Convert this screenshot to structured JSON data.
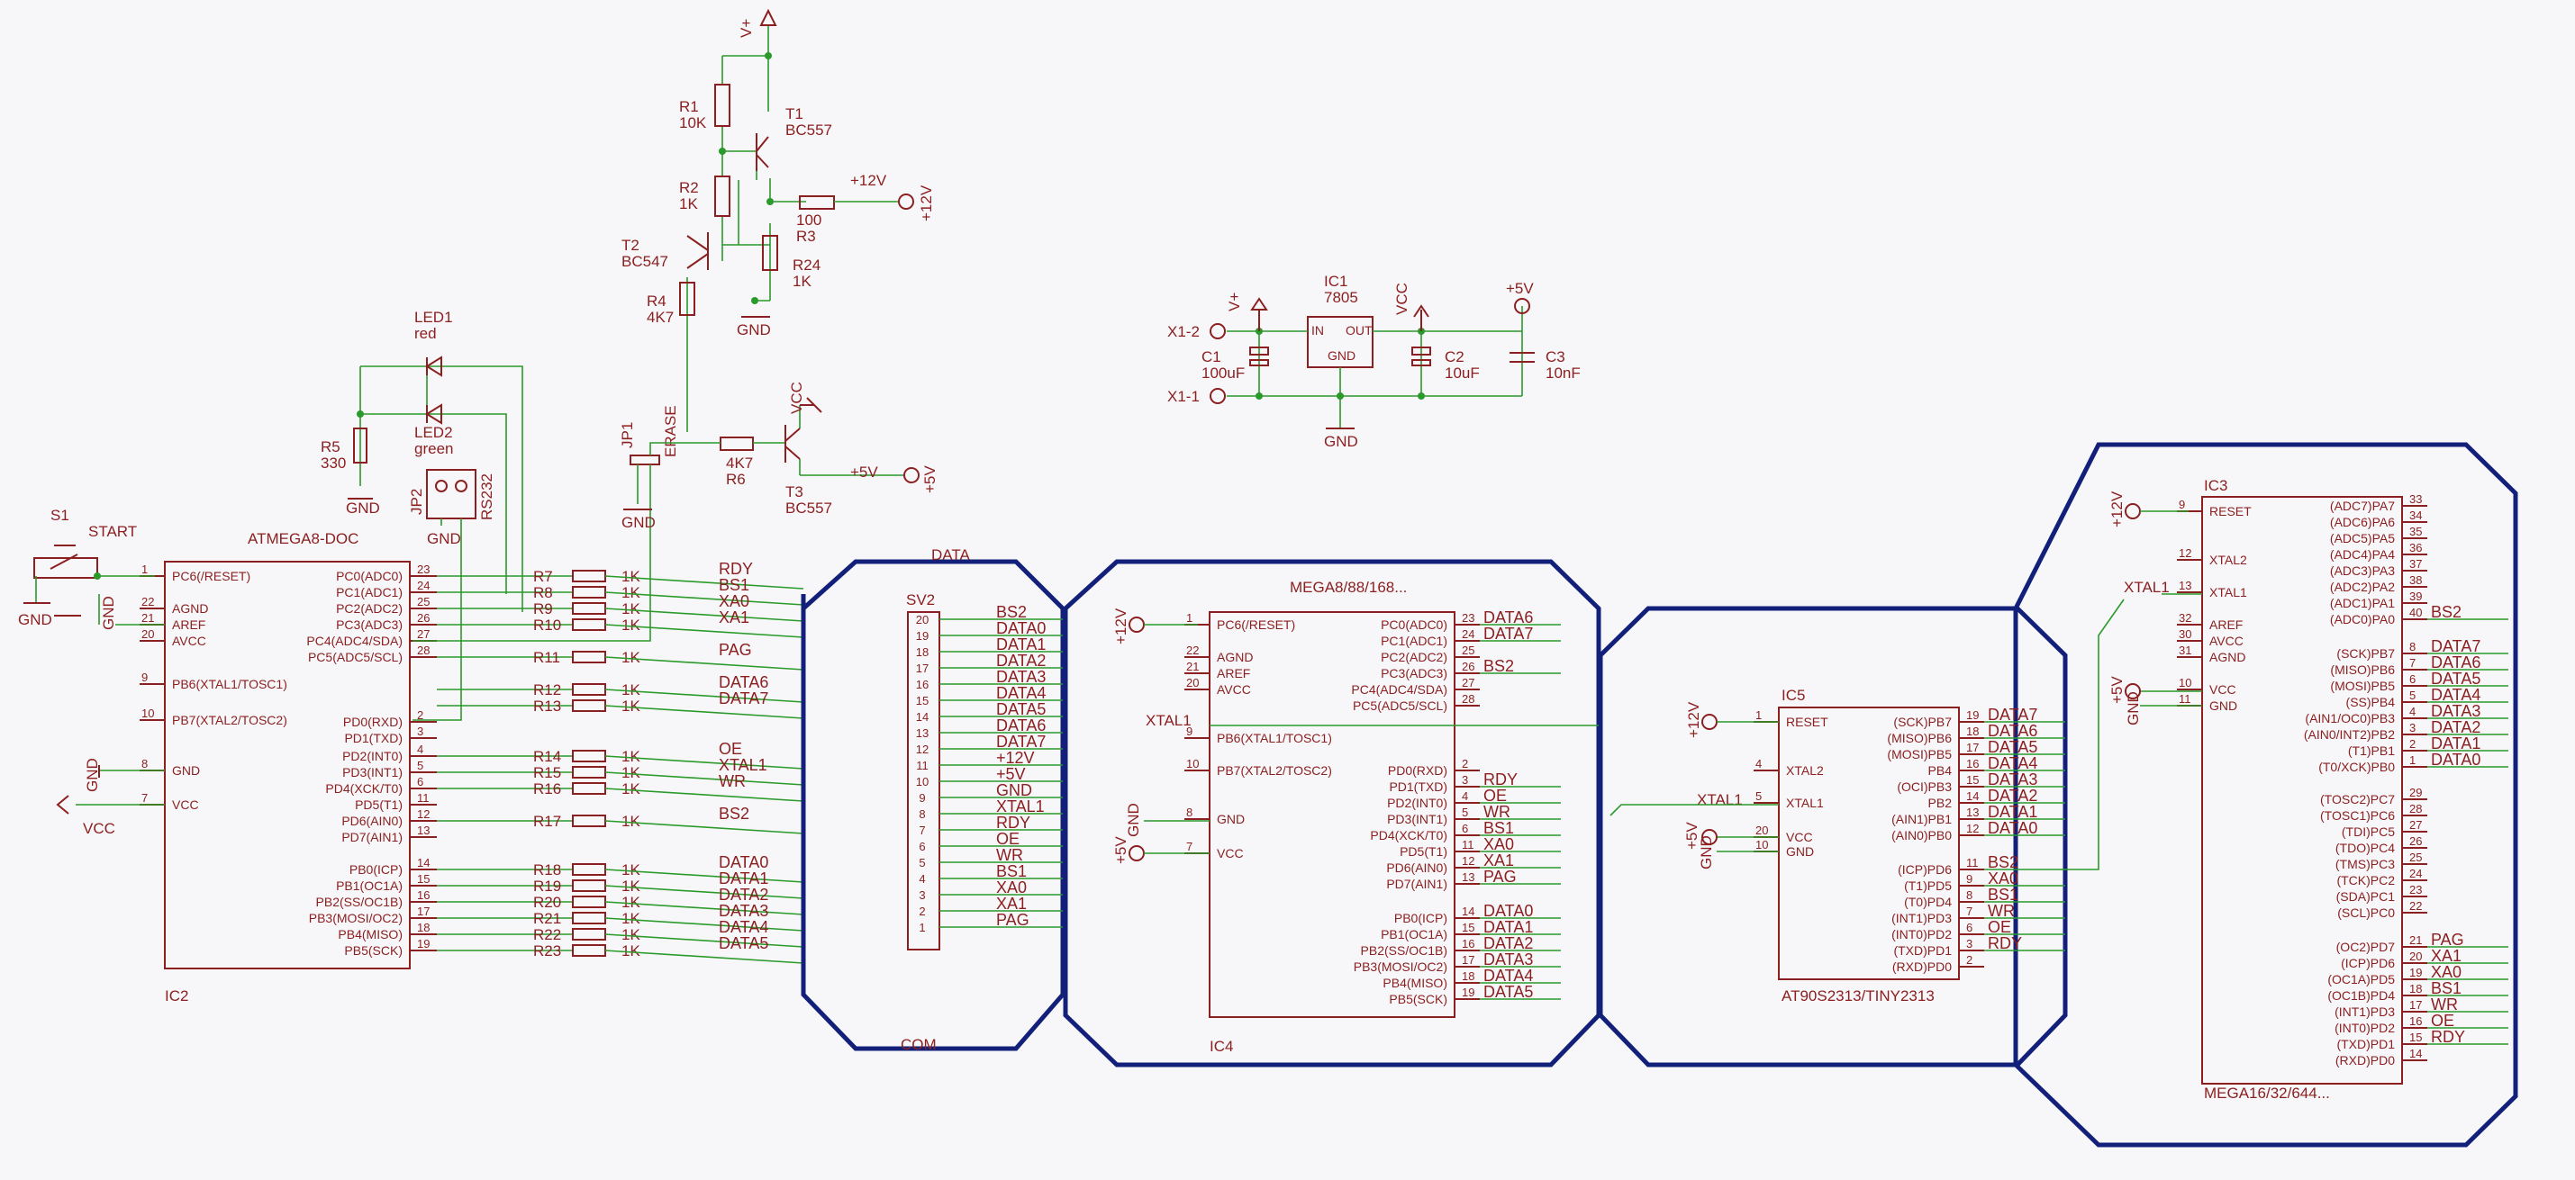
{
  "ic2": {
    "name": "IC2",
    "value": "ATMEGA8-DOC",
    "left_pins": [
      {
        "num": "1",
        "name": "PC6(/RESET)"
      },
      {
        "num": "22",
        "name": "AGND"
      },
      {
        "num": "21",
        "name": "AREF"
      },
      {
        "num": "20",
        "name": "AVCC"
      },
      {
        "num": "9",
        "name": "PB6(XTAL1/TOSC1)"
      },
      {
        "num": "10",
        "name": "PB7(XTAL2/TOSC2)"
      },
      {
        "num": "8",
        "name": "GND"
      },
      {
        "num": "7",
        "name": "VCC"
      }
    ],
    "right_pins": [
      {
        "num": "23",
        "name": "PC0(ADC0)"
      },
      {
        "num": "24",
        "name": "PC1(ADC1)"
      },
      {
        "num": "25",
        "name": "PC2(ADC2)"
      },
      {
        "num": "26",
        "name": "PC3(ADC3)"
      },
      {
        "num": "27",
        "name": "PC4(ADC4/SDA)"
      },
      {
        "num": "28",
        "name": "PC5(ADC5/SCL)"
      },
      {
        "num": "2",
        "name": "PD0(RXD)"
      },
      {
        "num": "3",
        "name": "PD1(TXD)"
      },
      {
        "num": "4",
        "name": "PD2(INT0)"
      },
      {
        "num": "5",
        "name": "PD3(INT1)"
      },
      {
        "num": "6",
        "name": "PD4(XCK/T0)"
      },
      {
        "num": "11",
        "name": "PD5(T1)"
      },
      {
        "num": "12",
        "name": "PD6(AIN0)"
      },
      {
        "num": "13",
        "name": "PD7(AIN1)"
      },
      {
        "num": "14",
        "name": "PB0(ICP)"
      },
      {
        "num": "15",
        "name": "PB1(OC1A)"
      },
      {
        "num": "16",
        "name": "PB2(SS/OC1B)"
      },
      {
        "num": "17",
        "name": "PB3(MOSI/OC2)"
      },
      {
        "num": "18",
        "name": "PB4(MISO)"
      },
      {
        "num": "19",
        "name": "PB5(SCK)"
      }
    ]
  },
  "resistors": [
    {
      "name": "R7",
      "value": "1K",
      "net": "RDY"
    },
    {
      "name": "R8",
      "value": "1K",
      "net": "BS1"
    },
    {
      "name": "R9",
      "value": "1K",
      "net": "XA0"
    },
    {
      "name": "R10",
      "value": "1K",
      "net": "XA1"
    },
    {
      "name": "R11",
      "value": "1K",
      "net": "PAG"
    },
    {
      "name": "R12",
      "value": "1K",
      "net": "DATA6"
    },
    {
      "name": "R13",
      "value": "1K",
      "net": "DATA7"
    },
    {
      "name": "R14",
      "value": "1K",
      "net": "OE"
    },
    {
      "name": "R15",
      "value": "1K",
      "net": "XTAL1"
    },
    {
      "name": "R16",
      "value": "1K",
      "net": "WR"
    },
    {
      "name": "R17",
      "value": "1K",
      "net": "BS2"
    },
    {
      "name": "R18",
      "value": "1K",
      "net": "DATA0"
    },
    {
      "name": "R19",
      "value": "1K",
      "net": "DATA1"
    },
    {
      "name": "R20",
      "value": "1K",
      "net": "DATA2"
    },
    {
      "name": "R21",
      "value": "1K",
      "net": "DATA3"
    },
    {
      "name": "R22",
      "value": "1K",
      "net": "DATA4"
    },
    {
      "name": "R23",
      "value": "1K",
      "net": "DATA5"
    }
  ],
  "sv2": {
    "name": "SV2",
    "top_label": "DATA",
    "bottom_label": "COM",
    "pins": [
      {
        "num": "20",
        "net": "BS2"
      },
      {
        "num": "19",
        "net": "DATA0"
      },
      {
        "num": "18",
        "net": "DATA1"
      },
      {
        "num": "17",
        "net": "DATA2"
      },
      {
        "num": "16",
        "net": "DATA3"
      },
      {
        "num": "15",
        "net": "DATA4"
      },
      {
        "num": "14",
        "net": "DATA5"
      },
      {
        "num": "13",
        "net": "DATA6"
      },
      {
        "num": "12",
        "net": "DATA7"
      },
      {
        "num": "11",
        "net": "+12V"
      },
      {
        "num": "10",
        "net": "+5V"
      },
      {
        "num": "9",
        "net": "GND"
      },
      {
        "num": "8",
        "net": "XTAL1"
      },
      {
        "num": "7",
        "net": "RDY"
      },
      {
        "num": "6",
        "net": "OE"
      },
      {
        "num": "5",
        "net": "WR"
      },
      {
        "num": "4",
        "net": "BS1"
      },
      {
        "num": "3",
        "net": "XA0"
      },
      {
        "num": "2",
        "net": "XA1"
      },
      {
        "num": "1",
        "net": "PAG"
      }
    ]
  },
  "ic4": {
    "name": "IC4",
    "value": "MEGA8/88/168...",
    "left_pins": [
      {
        "num": "1",
        "name": "PC6(/RESET)"
      },
      {
        "num": "22",
        "name": "AGND"
      },
      {
        "num": "21",
        "name": "AREF"
      },
      {
        "num": "20",
        "name": "AVCC"
      },
      {
        "num": "9",
        "name": "PB6(XTAL1/TOSC1)"
      },
      {
        "num": "10",
        "name": "PB7(XTAL2/TOSC2)"
      },
      {
        "num": "8",
        "name": "GND"
      },
      {
        "num": "7",
        "name": "VCC"
      }
    ],
    "right_pins": [
      {
        "num": "23",
        "name": "PC0(ADC0)",
        "net": "DATA6"
      },
      {
        "num": "24",
        "name": "PC1(ADC1)",
        "net": "DATA7"
      },
      {
        "num": "25",
        "name": "PC2(ADC2)",
        "net": ""
      },
      {
        "num": "26",
        "name": "PC3(ADC3)",
        "net": "BS2"
      },
      {
        "num": "27",
        "name": "PC4(ADC4/SDA)",
        "net": ""
      },
      {
        "num": "28",
        "name": "PC5(ADC5/SCL)",
        "net": ""
      },
      {
        "num": "2",
        "name": "PD0(RXD)",
        "net": ""
      },
      {
        "num": "3",
        "name": "PD1(TXD)",
        "net": "RDY"
      },
      {
        "num": "4",
        "name": "PD2(INT0)",
        "net": "OE"
      },
      {
        "num": "5",
        "name": "PD3(INT1)",
        "net": "WR"
      },
      {
        "num": "6",
        "name": "PD4(XCK/T0)",
        "net": "BS1"
      },
      {
        "num": "11",
        "name": "PD5(T1)",
        "net": "XA0"
      },
      {
        "num": "12",
        "name": "PD6(AIN0)",
        "net": "XA1"
      },
      {
        "num": "13",
        "name": "PD7(AIN1)",
        "net": "PAG"
      },
      {
        "num": "14",
        "name": "PB0(ICP)",
        "net": "DATA0"
      },
      {
        "num": "15",
        "name": "PB1(OC1A)",
        "net": "DATA1"
      },
      {
        "num": "16",
        "name": "PB2(SS/OC1B)",
        "net": "DATA2"
      },
      {
        "num": "17",
        "name": "PB3(MOSI/OC2)",
        "net": "DATA3"
      },
      {
        "num": "18",
        "name": "PB4(MISO)",
        "net": "DATA4"
      },
      {
        "num": "19",
        "name": "PB5(SCK)",
        "net": "DATA5"
      }
    ]
  },
  "ic5": {
    "name": "IC5",
    "value": "AT90S2313/TINY2313",
    "left_pins": [
      {
        "num": "1",
        "name": "RESET"
      },
      {
        "num": "4",
        "name": "XTAL2"
      },
      {
        "num": "5",
        "name": "XTAL1"
      },
      {
        "num": "20",
        "name": "VCC"
      },
      {
        "num": "10",
        "name": "GND"
      }
    ],
    "right_pins": [
      {
        "num": "19",
        "name": "(SCK)PB7",
        "net": "DATA7"
      },
      {
        "num": "18",
        "name": "(MISO)PB6",
        "net": "DATA6"
      },
      {
        "num": "17",
        "name": "(MOSI)PB5",
        "net": "DATA5"
      },
      {
        "num": "16",
        "name": "PB4",
        "net": "DATA4"
      },
      {
        "num": "15",
        "name": "(OCI)PB3",
        "net": "DATA3"
      },
      {
        "num": "14",
        "name": "PB2",
        "net": "DATA2"
      },
      {
        "num": "13",
        "name": "(AIN1)PB1",
        "net": "DATA1"
      },
      {
        "num": "12",
        "name": "(AIN0)PB0",
        "net": "DATA0"
      },
      {
        "num": "11",
        "name": "(ICP)PD6",
        "net": "BS2"
      },
      {
        "num": "9",
        "name": "(T1)PD5",
        "net": "XA0"
      },
      {
        "num": "8",
        "name": "(T0)PD4",
        "net": "BS1"
      },
      {
        "num": "7",
        "name": "(INT1)PD3",
        "net": "WR"
      },
      {
        "num": "6",
        "name": "(INT0)PD2",
        "net": "OE"
      },
      {
        "num": "3",
        "name": "(TXD)PD1",
        "net": "RDY"
      },
      {
        "num": "2",
        "name": "(RXD)PD0",
        "net": ""
      }
    ]
  },
  "ic3": {
    "name": "IC3",
    "value": "MEGA16/32/644...",
    "left_pins": [
      {
        "num": "9",
        "name": "RESET"
      },
      {
        "num": "12",
        "name": "XTAL2"
      },
      {
        "num": "13",
        "name": "XTAL1"
      },
      {
        "num": "32",
        "name": "AREF"
      },
      {
        "num": "30",
        "name": "AVCC"
      },
      {
        "num": "31",
        "name": "AGND"
      },
      {
        "num": "10",
        "name": "VCC"
      },
      {
        "num": "11",
        "name": "GND"
      }
    ],
    "right_pins": [
      {
        "num": "33",
        "name": "(ADC7)PA7",
        "net": ""
      },
      {
        "num": "34",
        "name": "(ADC6)PA6",
        "net": ""
      },
      {
        "num": "35",
        "name": "(ADC5)PA5",
        "net": ""
      },
      {
        "num": "36",
        "name": "(ADC4)PA4",
        "net": ""
      },
      {
        "num": "37",
        "name": "(ADC3)PA3",
        "net": ""
      },
      {
        "num": "38",
        "name": "(ADC2)PA2",
        "net": ""
      },
      {
        "num": "39",
        "name": "(ADC1)PA1",
        "net": ""
      },
      {
        "num": "40",
        "name": "(ADC0)PA0",
        "net": "BS2"
      },
      {
        "num": "8",
        "name": "(SCK)PB7",
        "net": "DATA7"
      },
      {
        "num": "7",
        "name": "(MISO)PB6",
        "net": "DATA6"
      },
      {
        "num": "6",
        "name": "(MOSI)PB5",
        "net": "DATA5"
      },
      {
        "num": "5",
        "name": "(SS)PB4",
        "net": "DATA4"
      },
      {
        "num": "4",
        "name": "(AIN1/OC0)PB3",
        "net": "DATA3"
      },
      {
        "num": "3",
        "name": "(AIN0/INT2)PB2",
        "net": "DATA2"
      },
      {
        "num": "2",
        "name": "(T1)PB1",
        "net": "DATA1"
      },
      {
        "num": "1",
        "name": "(T0/XCK)PB0",
        "net": "DATA0"
      },
      {
        "num": "29",
        "name": "(TOSC2)PC7",
        "net": ""
      },
      {
        "num": "28",
        "name": "(TOSC1)PC6",
        "net": ""
      },
      {
        "num": "27",
        "name": "(TDI)PC5",
        "net": ""
      },
      {
        "num": "26",
        "name": "(TDO)PC4",
        "net": ""
      },
      {
        "num": "25",
        "name": "(TMS)PC3",
        "net": ""
      },
      {
        "num": "24",
        "name": "(TCK)PC2",
        "net": ""
      },
      {
        "num": "23",
        "name": "(SDA)PC1",
        "net": ""
      },
      {
        "num": "22",
        "name": "(SCL)PC0",
        "net": ""
      },
      {
        "num": "21",
        "name": "(OC2)PD7",
        "net": "PAG"
      },
      {
        "num": "20",
        "name": "(ICP)PD6",
        "net": "XA1"
      },
      {
        "num": "19",
        "name": "(OC1A)PD5",
        "net": "XA0"
      },
      {
        "num": "18",
        "name": "(OC1B)PD4",
        "net": "BS1"
      },
      {
        "num": "17",
        "name": "(INT1)PD3",
        "net": "WR"
      },
      {
        "num": "16",
        "name": "(INT0)PD2",
        "net": "OE"
      },
      {
        "num": "15",
        "name": "(TXD)PD1",
        "net": "RDY"
      },
      {
        "num": "14",
        "name": "(RXD)PD0",
        "net": ""
      }
    ]
  },
  "power": {
    "ic1_name": "IC1",
    "ic1_value": "7805",
    "ic1_in": "IN",
    "ic1_out": "OUT",
    "ic1_gnd": "GND",
    "c1_name": "C1",
    "c1_value": "100uF",
    "c2_name": "C2",
    "c2_value": "10uF",
    "c3_name": "C3",
    "c3_value": "10nF",
    "x1_2": "X1-2",
    "x1_1": "X1-1",
    "vplus": "V+",
    "vcc": "VCC",
    "plus5v": "+5V",
    "gnd": "GND"
  },
  "hv": {
    "r1": "R1",
    "r1v": "10K",
    "r2": "R2",
    "r2v": "1K",
    "r3": "R3",
    "r3v": "100",
    "r24": "R24",
    "r24v": "1K",
    "r4": "R4",
    "r4v": "4K7",
    "t1": "T1",
    "t1v": "BC557",
    "t2": "T2",
    "t2v": "BC547",
    "t3": "T3",
    "t3v": "BC557",
    "r6": "R6",
    "r6v": "4K7",
    "vplus": "V+",
    "plus12v": "+12V",
    "plus5v": "+5V",
    "vcc": "VCC",
    "gnd": "GND"
  },
  "misc": {
    "led1": "LED1",
    "led1v": "red",
    "led2": "LED2",
    "led2v": "green",
    "r5": "R5",
    "r5v": "330",
    "jp2": "JP2",
    "rs232": "RS232",
    "jp1": "JP1",
    "erase": "ERASE",
    "s1": "S1",
    "start": "START",
    "gnd": "GND",
    "vcc": "VCC",
    "plus12v": "+12V",
    "plus5v": "+5V",
    "xtal1": "XTAL1"
  }
}
